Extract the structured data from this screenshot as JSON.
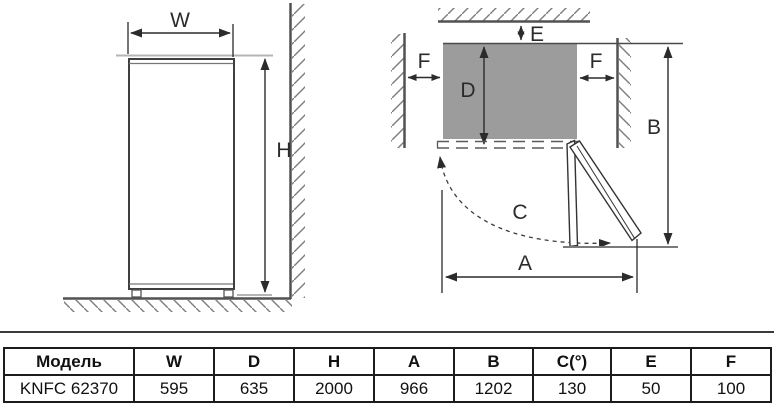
{
  "diagram": {
    "front_view": {
      "w": "W",
      "h": "H"
    },
    "top_view": {
      "d": "D",
      "e": "E",
      "f_left": "F",
      "f_right": "F",
      "a": "A",
      "b": "B",
      "c": "C"
    }
  },
  "table": {
    "headers": [
      "Модель",
      "W",
      "D",
      "H",
      "A",
      "B",
      "C(°)",
      "E",
      "F"
    ],
    "row": [
      "KNFC 62370",
      "595",
      "635",
      "2000",
      "966",
      "1202",
      "130",
      "50",
      "100"
    ]
  },
  "colors": {
    "cabinet_fill_gray": "#9c9c9c",
    "line_dark": "#2f2f2f",
    "wall_line": "#525252",
    "hatch": "#7d7d7d",
    "light_line": "#b5b5b5",
    "table_border": "#1c1c1c"
  }
}
